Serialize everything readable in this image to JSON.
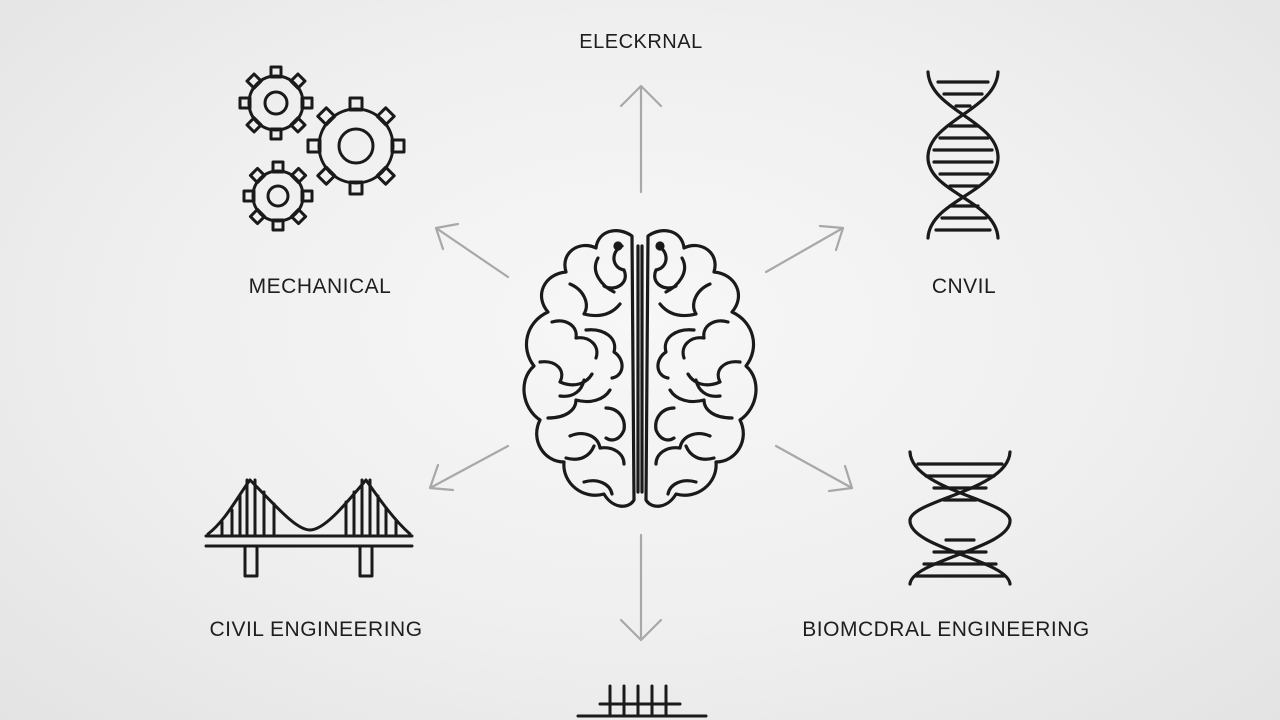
{
  "diagram": {
    "center": {
      "icon": "brain-icon"
    },
    "nodes": [
      {
        "key": "electrical",
        "label": "ELECKRNAL",
        "icon": "microchip-icon"
      },
      {
        "key": "mechanical",
        "label": "MECHANICAL",
        "icon": "gears-icon"
      },
      {
        "key": "civil",
        "label": "CNVIL",
        "icon": "dna-icon"
      },
      {
        "key": "civil_engineering",
        "label": "CIVIL ENGINEERING",
        "icon": "bridge-icon"
      },
      {
        "key": "biomedical",
        "label": "BIOMCDRAL ENGINEERING",
        "icon": "dna-icon"
      }
    ]
  },
  "colors": {
    "stroke": "#1a1a1a",
    "arrow": "#a8a8a8",
    "background": "#f2f2f2"
  }
}
